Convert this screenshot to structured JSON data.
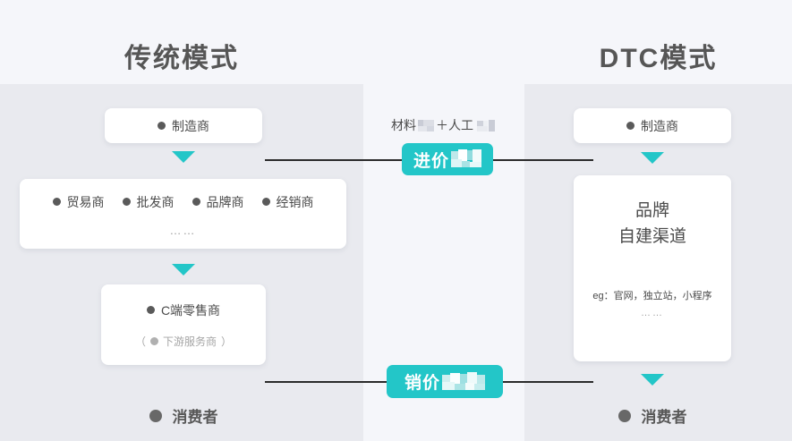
{
  "columns": {
    "left": {
      "title": "传统模式",
      "manufacturer": "制造商",
      "channels": [
        "贸易商",
        "批发商",
        "品牌商",
        "经销商"
      ],
      "channels_more": "……",
      "retailer": "C端零售商",
      "retailer_sub_open": "（",
      "retailer_sub": "下游服务商",
      "retailer_sub_close": "）",
      "consumer": "消费者"
    },
    "right": {
      "title": "DTC模式",
      "manufacturer": "制造商",
      "brand_line1": "品牌",
      "brand_line2": "自建渠道",
      "example": "eg：官网，独立站，小程序",
      "example_more": "……",
      "consumer": "消费者"
    }
  },
  "middle": {
    "cost_label_part1": "材料",
    "cost_label_plus": "＋人工",
    "badge_buy": "进价",
    "badge_sell": "销价"
  },
  "colors": {
    "accent": "#23c6c8",
    "page_background": "#f5f6fa",
    "panel_background": "#e9eaef",
    "card_background": "#ffffff",
    "text_primary": "#4a4a4a",
    "text_heading": "#565656",
    "text_muted": "#a6a6a6",
    "line": "#2b2b2b"
  }
}
